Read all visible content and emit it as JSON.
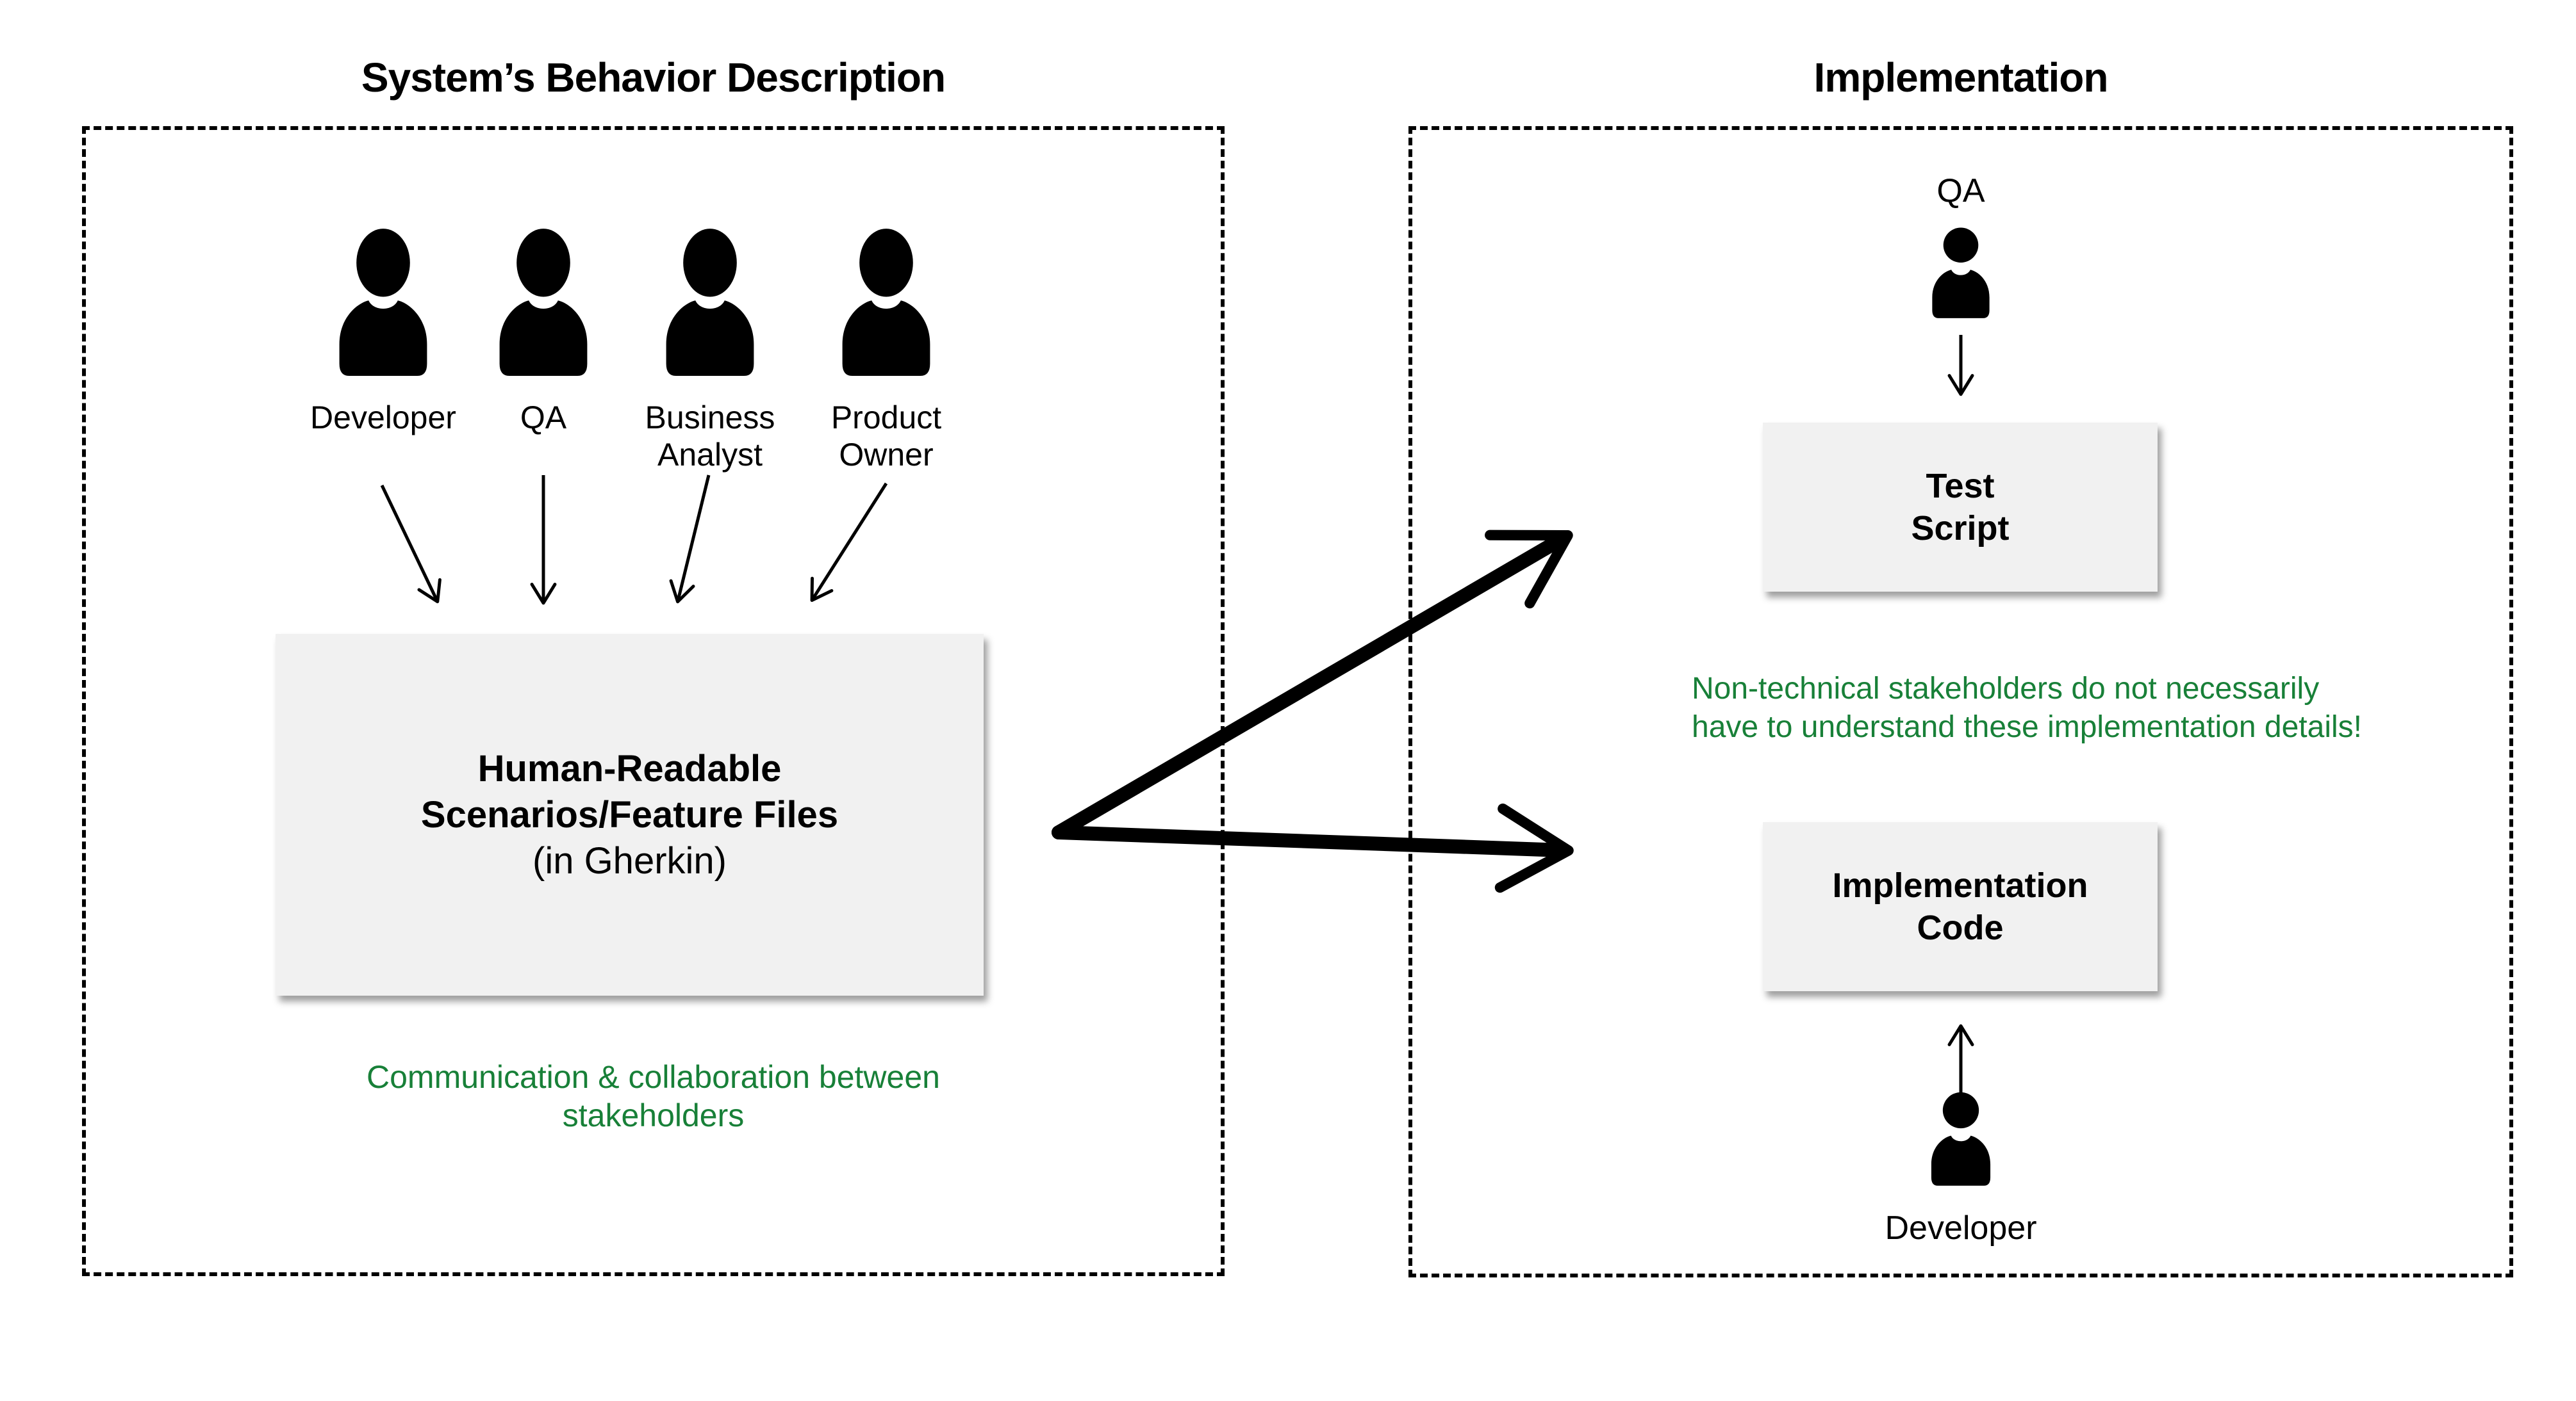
{
  "left_panel": {
    "title": "System’s Behavior Description",
    "stakeholders": [
      {
        "label": "Developer"
      },
      {
        "label": "QA"
      },
      {
        "label": "Business Analyst"
      },
      {
        "label": "Product Owner"
      }
    ],
    "gherkin_box": {
      "line1": "Human-Readable",
      "line2": "Scenarios/Feature Files",
      "note": "(in Gherkin)"
    },
    "caption": "Communication & collaboration between stakeholders"
  },
  "right_panel": {
    "title": "Implementation",
    "qa_label": "QA",
    "test_script_box": {
      "line1": "Test",
      "line2": "Script"
    },
    "note_line1": "Non-technical stakeholders do not necessarily",
    "note_line2": "have to understand these implementation details!",
    "impl_code_box": {
      "line1": "Implementation",
      "line2": "Code"
    },
    "developer_label": "Developer"
  },
  "icons": {
    "stakeholder": "person-icon",
    "qa": "person-icon",
    "developer": "person-icon"
  },
  "colors": {
    "accent_green": "#188038",
    "box_fill": "#f1f1f1",
    "ink": "#000000",
    "background": "#ffffff"
  }
}
